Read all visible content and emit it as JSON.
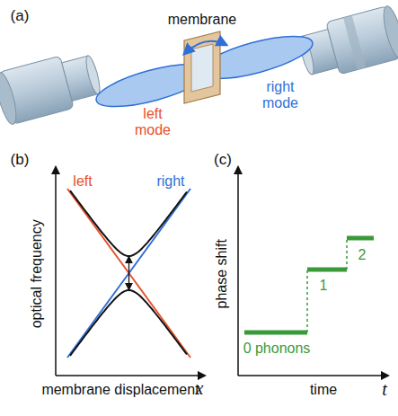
{
  "diagram": {
    "labels": [
      "(a)",
      "membrane",
      "left mode",
      "right mode",
      "(b)",
      "optical frequency",
      "left",
      "right",
      "membrane displacement",
      "x",
      "(c)",
      "phase shift",
      "0 phonons",
      "1",
      "2",
      "time",
      "t"
    ]
  }
}
